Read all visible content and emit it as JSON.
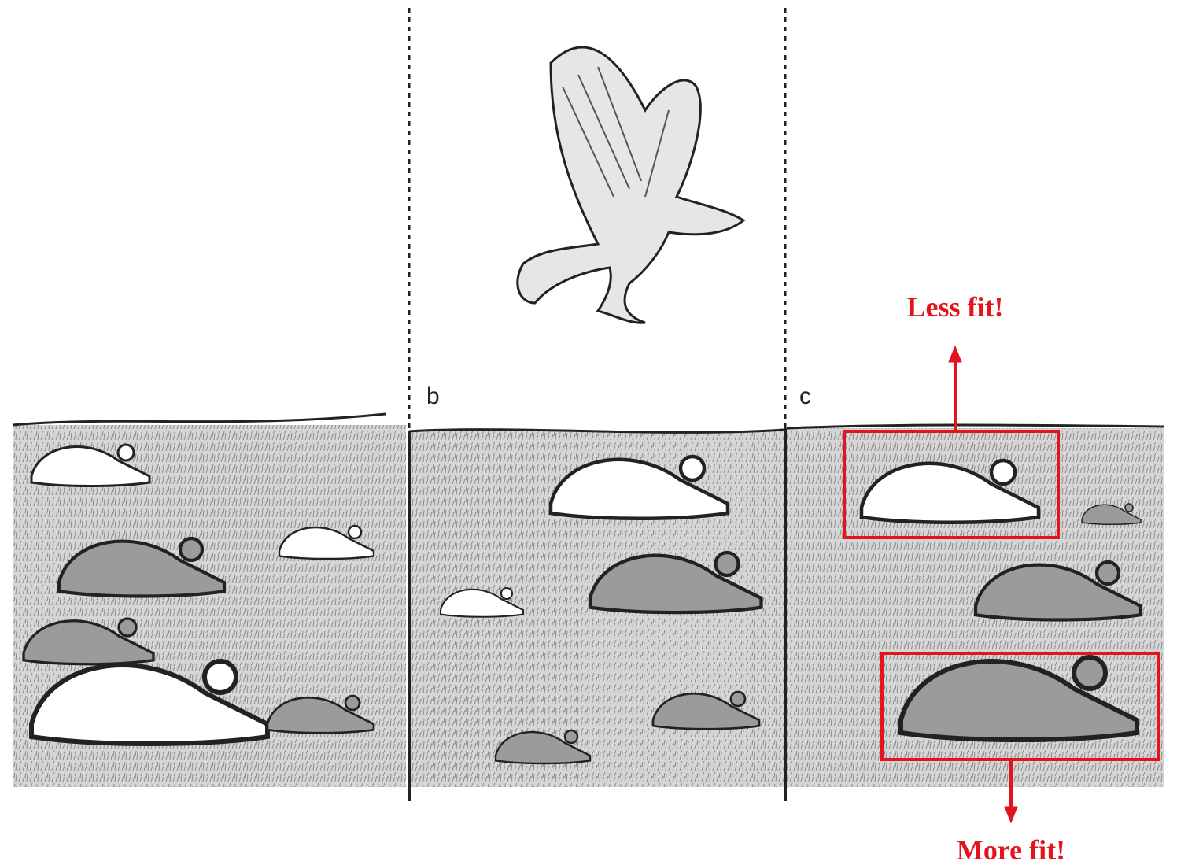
{
  "panels": [
    {
      "id": "a",
      "label": ""
    },
    {
      "id": "b",
      "label": "b"
    },
    {
      "id": "c",
      "label": "c"
    }
  ],
  "callouts": {
    "less_fit": "Less fit!",
    "more_fit": "More fit!"
  },
  "icons": {
    "predator": "hawk-icon",
    "prey": "mouse-icon"
  },
  "colors": {
    "accent": "#e3141b",
    "ink": "#222222",
    "ground": "#c9c9c9",
    "light_mouse": "#ffffff",
    "dark_mouse": "#9b9b9b"
  }
}
